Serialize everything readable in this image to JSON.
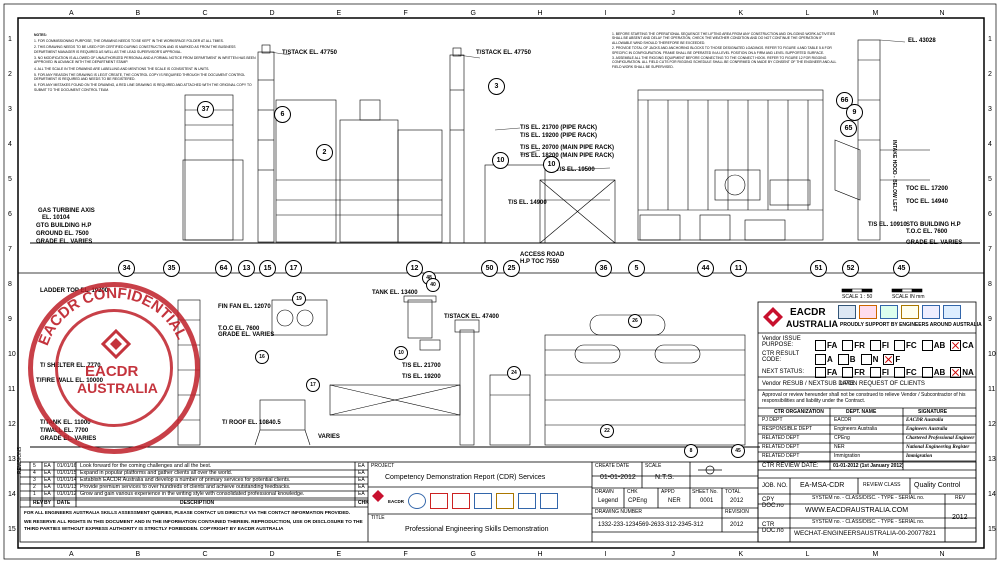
{
  "grid": {
    "columns": [
      "A",
      "B",
      "C",
      "D",
      "E",
      "F",
      "G",
      "H",
      "I",
      "J",
      "K",
      "L",
      "M",
      "N"
    ],
    "rows": [
      "1",
      "2",
      "3",
      "4",
      "5",
      "6",
      "7",
      "8",
      "9",
      "10",
      "11",
      "12",
      "13",
      "14",
      "15"
    ]
  },
  "notes_title": "NOTES:",
  "notes_left": [
    "1. FOR COMMISSIONING PURPOSE, THE DRAWING NEEDS TO BE KEPT IN THE WORKSPACE FOLDER AT ALL TIMES.",
    "2. THIS DRAWING NEEDS TO BE USED FOR CERTIFIED DURING CONSTRUCTION AND IS MARKED AS FROM THE BUSINESS DEPARTMENT MANAGER IS REQUIRED AS WELL AS THE LEAD SUPERVISOR'S APPROVAL.",
    "3. NO MODIFICATION IS ALLOWED OF UNAUTHORIZED PERSONAL AND A FORMAL NOTICE FROM DEPARTMENT IN WRITTEN HAS BEEN APPROVED IN ADVANCE WITH THE DEPARTMENT STAMP.",
    "4. ALL THE SCALE IN THE DRAWING ARE LABELLING AND MENTIONS THE SCALE IS CONSISTENT IN UNITS.",
    "5. FOR ANY REASON THE DRAWING IS LEGIT CREATE, THE CONTROL COPY IS REQUIRED THROUGH THE DOCUMENT CONTROL DEPARTMENT IS REQUIRED AND NEEDS TO BE REGISTERED.",
    "6. FOR ANY MISTAKES FOUND ON THE DRAWING, A RED LINE DRAWING IS REQUIRED AND ATTACHED WITH THE ORIGINAL COPY TO SUBMIT TO THE DOCUMENT CONTROL TEAM."
  ],
  "notes_right": [
    "1. BEFORE STARTING THE OPERATIONAL SEQUENCE THE LIFTING AREA FROM ANY CONSTRUCTION AND ON-GOING WORK ACTIVITIES SHALL BE ABSENT AND DELAY THE OPERATION, CHECK THE WEATHER CONDITION AND DO NOT CONTINUE THE OPERATION IF ALLOWABLE WIND SHOULD THEREFORE BE EXCEEDED.",
    "2. PROVIDE TOTAL OF JACKS AND ANCHORING BLOCKS TO THOSE DESIGNATED LOADINGS. REFER TO FIGURE 4 AND TABLE 5.6 FOR SPECIFIC IN CONFIGURATION. FRAME SHALL BE OPERATED IN A LEVEL POSITION ON A FIRM AND LEVEL SUPPORTED SURFACE.",
    "3. ASSEMBLE ALL THE RIGGING EQUIPMENT BEFORE CONNECTING TO THE CONNECT HOOK. REFER TO FIGURE 12 FOR RIGGING CONFIGURATION. ALL FIELD CUTS FOR RIGGING SCHEDULE SHALL BE CONFIRMED ON MADE BY CONSENT OF THE ENGINEER AND ALL FIELD WORK SHALL BE SUPERVISED."
  ],
  "callouts": [
    "T/STACK EL. 47750",
    "T/STACK EL. 47750",
    "T/S EL. 21700 (PIPE RACK)",
    "T/S EL. 19200 (PIPE RACK)",
    "T/S EL. 20700 (MAIN PIPE RACK)",
    "T/S EL. 18200 (MAIN PIPE RACK)",
    "T/S EL. 19500",
    "T/S EL. 14900",
    "GAS TURBINE AXIS",
    "EL. 10104",
    "GTG BUILDING H.P",
    "GROUND EL. 7500",
    "GRADE EL. VARIES",
    "ACCESS ROAD",
    "H.P TOC 7550",
    "EL. 43028",
    "TOC EL. 17200",
    "TOC EL. 14940",
    "STG BUILDING H.P",
    "T.O.C EL. 7600",
    "GRADE EL. VARIES",
    "T/S EL. 10910",
    "LADDER TOP EL. 19200",
    "FIN FAN EL. 12070",
    "T.O.C EL. 7600",
    "GRADE EL. VARIES",
    "TANK EL. 13400",
    "T/STACK EL. 47400",
    "T/S EL. 21700",
    "T/S EL. 19200",
    "T/ SHELTER EL. 7770",
    "T/FIRE WALL EL. 10000",
    "T/TANK EL. 11000",
    "T/WALL EL. 7700",
    "GRADE EL. VARIES",
    "T/ ROOF EL. 10840.5",
    "VARIES",
    "INTAKE HOOD - BELOW LEFT"
  ],
  "bubbles_top": [
    "37",
    "6",
    "3",
    "2",
    "10",
    "10",
    "34",
    "35",
    "64",
    "13",
    "15",
    "17",
    "12",
    "50",
    "25",
    "36",
    "5",
    "44",
    "11",
    "51",
    "52",
    "45",
    "66",
    "9",
    "65"
  ],
  "bubbles_bottom": [
    "48",
    "19",
    "16",
    "17",
    "24",
    "10",
    "22",
    "26",
    "8",
    "45",
    "40"
  ],
  "scale_bar": [
    "SCALE 1 : 50",
    "SCALE IN mm"
  ],
  "logo": {
    "name": "EACDR",
    "sub": "AUSTRALIA",
    "tagline": "PROUDLY SUPPORT BY ENGINEERS AROUND AUSTRALIA"
  },
  "vendor": {
    "issue_purpose_label": "Vendor ISSUE PURPOSE:",
    "issue_options": [
      {
        "code": "FA",
        "checked": false
      },
      {
        "code": "FR",
        "checked": false
      },
      {
        "code": "FI",
        "checked": false
      },
      {
        "code": "FC",
        "checked": false
      },
      {
        "code": "AB",
        "checked": false
      },
      {
        "code": "CA",
        "checked": true
      }
    ],
    "result_code_label": "CTR RESULT CODE:",
    "result_options": [
      {
        "code": "A",
        "checked": false
      },
      {
        "code": "B",
        "checked": false
      },
      {
        "code": "N",
        "checked": false
      },
      {
        "code": "F",
        "checked": true
      }
    ],
    "next_status_label": "NEXT STATUS:",
    "next_options": [
      {
        "code": "FA",
        "checked": false
      },
      {
        "code": "FR",
        "checked": false
      },
      {
        "code": "FI",
        "checked": false
      },
      {
        "code": "FC",
        "checked": false
      },
      {
        "code": "AB",
        "checked": false
      },
      {
        "code": "NA",
        "checked": true
      }
    ],
    "resub_label": "Vendor RESUB / NEXTSUB DATE:",
    "resub_value": "UPON REQUEST OF CLIENTS",
    "approval_note": "Approval or review hereunder shall not be construed to relieve Vendor / Subcontractor of his responsibilities and liability under the Contract."
  },
  "ctr_org": {
    "headers": [
      "CTR ORGANIZATION",
      "DEPT. NAME",
      "SIGNATURE"
    ],
    "rows": [
      [
        "PJ DEPT",
        "EACDR",
        "EACDR Australia"
      ],
      [
        "RESPONSIBLE DEPT",
        "Engineers Australia",
        "Engineers Australia"
      ],
      [
        "RELATED DEPT",
        "CPEng",
        "Chartered Professional Engineer"
      ],
      [
        "RELATED DEPT",
        "NER",
        "National Engineering Register"
      ],
      [
        "RELATED DEPT",
        "Immigration",
        "Immigration"
      ]
    ],
    "review_date_label": "CTR REVIEW DATE:",
    "review_date_value": "01-01-2012 (1st January 2012)"
  },
  "revisions": {
    "rows": [
      [
        "5",
        "EA",
        "01/01/16",
        "Look forward for the coming challenges and all the best.",
        "EA"
      ],
      [
        "4",
        "EA",
        "01/01/15",
        "Expand in popular platforms and gather clients all over the world.",
        "EA"
      ],
      [
        "3",
        "EA",
        "01/01/14",
        "Establish EACDR Australia and develop a number of primary services for potential clients.",
        "EA"
      ],
      [
        "2",
        "EA",
        "01/01/13",
        "Provide premium services to over hundreds of clients and achieve outstanding feedbacks.",
        "EA"
      ],
      [
        "1",
        "EA",
        "01/01/12",
        "Grow and gain various experience in the writing style with consolidated professional knowledge.",
        "EA"
      ]
    ],
    "headers": [
      "REV",
      "BY",
      "DATE",
      "DESCRIPTION",
      "CHK"
    ],
    "side_label": "REVISIONS"
  },
  "disclaimer_1": "FOR ALL ENGINEERS AUSTRALIA SKILLS ASSESSMENT QUERIES, PLEASE CONTACT US DIRECTLY VIA THE CONTACT INFORMATION PROVIDED.",
  "disclaimer_2": "WE RESERVE ALL RIGHTS IN THIS DOCUMENT AND IN THE INFORMATION CONTAINED THEREIN. REPRODUCTION, USE OR DISCLOSURE TO THE THIRD PARTIES WITHOUT EXPRESS AUTHORITY IS STRICTLY FORBIDDEN. COPYRIGHT BY EACDR AUSTRALIA",
  "title_block": {
    "project_label": "PROJECT",
    "project": "Competency Demonstration Report (CDR) Services",
    "title_label": "TITLE",
    "title": "Professional Engineering Skills Demonstration",
    "create_date_label": "CREATE DATE",
    "create_date": "01-01-2012",
    "scale_label": "SCALE",
    "scale": "N.T.S.",
    "drawn_label": "DRAWN",
    "drawn": "Legend",
    "chk_label": "CHK",
    "chk": "CPEng",
    "appd_label": "APPD",
    "appd": "NER",
    "sheet_no_label": "SHEET No.",
    "sheet_no": "0001",
    "total_label": "TOTAL",
    "total": "2012",
    "drawing_number_label": "DRAWING NUMBER",
    "drawing_number": "1332-233-1234569-2633-312-2345-312",
    "revision_label": "REVISION",
    "revision": "2012",
    "job_no_label": "JOB. NO.",
    "job_no": "EA-MSA-CDR",
    "review_class_label": "REVIEW CLASS",
    "review_class": "Quality Control",
    "cpy_doc_label": "CPY DOC.no",
    "system_line": "SYSTEM no. - CLASS/DISC. - TYPE - SERIAL no.",
    "rev_label": "REV",
    "cpy_doc": "WWW.EACDRAUSTRALIA.COM",
    "ctr_doc_label": "CTR DOC.no",
    "ctr_doc": "WECHAT-ENGINEERSAUSTRALIA-00-20077821",
    "rev_value": "2012"
  },
  "stamp": {
    "ring": "EACDR CONFIDENTIAL",
    "name": "EACDR",
    "sub": "AUSTRALIA"
  },
  "colors": {
    "stamp_red": "#be1e28",
    "logo_red": "#c8102e"
  }
}
